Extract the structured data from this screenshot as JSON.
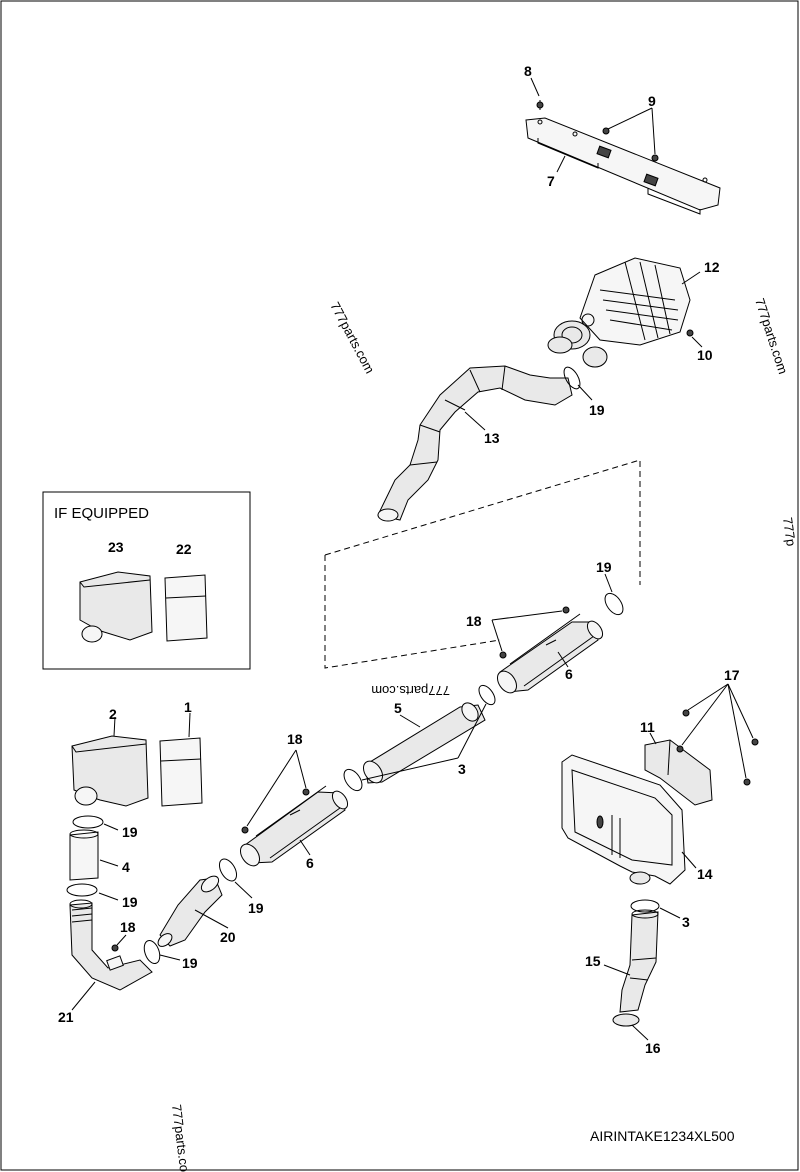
{
  "diagram": {
    "caption": "AIRINTAKE1234XL500",
    "inset_title": "IF EQUIPPED",
    "watermarks": [
      "777parts.com",
      "777parts.com",
      "777parts.com",
      "777parts.com",
      "777p"
    ],
    "callouts": {
      "c1": "1",
      "c2": "2",
      "c3a": "3",
      "c3b": "3",
      "c4": "4",
      "c5": "5",
      "c6a": "6",
      "c6b": "6",
      "c7": "7",
      "c8": "8",
      "c9": "9",
      "c10": "10",
      "c11": "11",
      "c12": "12",
      "c13": "13",
      "c14": "14",
      "c15": "15",
      "c16": "16",
      "c17": "17",
      "c18a": "18",
      "c18b": "18",
      "c18c": "18",
      "c19a": "19",
      "c19b": "19",
      "c19c": "19",
      "c19d": "19",
      "c19e": "19",
      "c19f": "19",
      "c20": "20",
      "c21": "21",
      "c22": "22",
      "c23": "23"
    }
  }
}
